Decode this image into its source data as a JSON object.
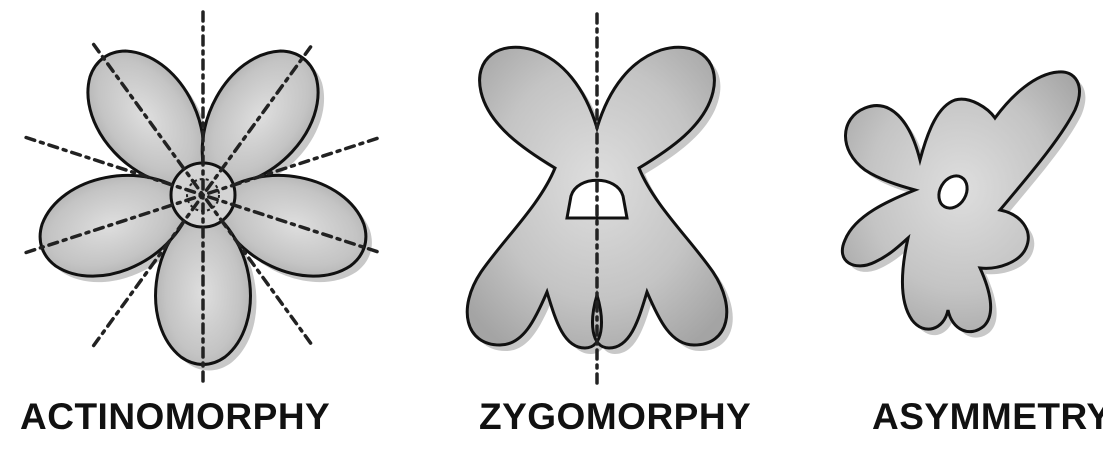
{
  "figures": [
    {
      "label": "ACTINOMORPHY"
    },
    {
      "label": "ZYGOMORPHY"
    },
    {
      "label": "ASYMMETRY"
    }
  ],
  "colors": {
    "background": "#ffffff",
    "petal_light": "#d8d8d8",
    "petal_dark": "#a8a8a8",
    "outline": "#111111"
  }
}
